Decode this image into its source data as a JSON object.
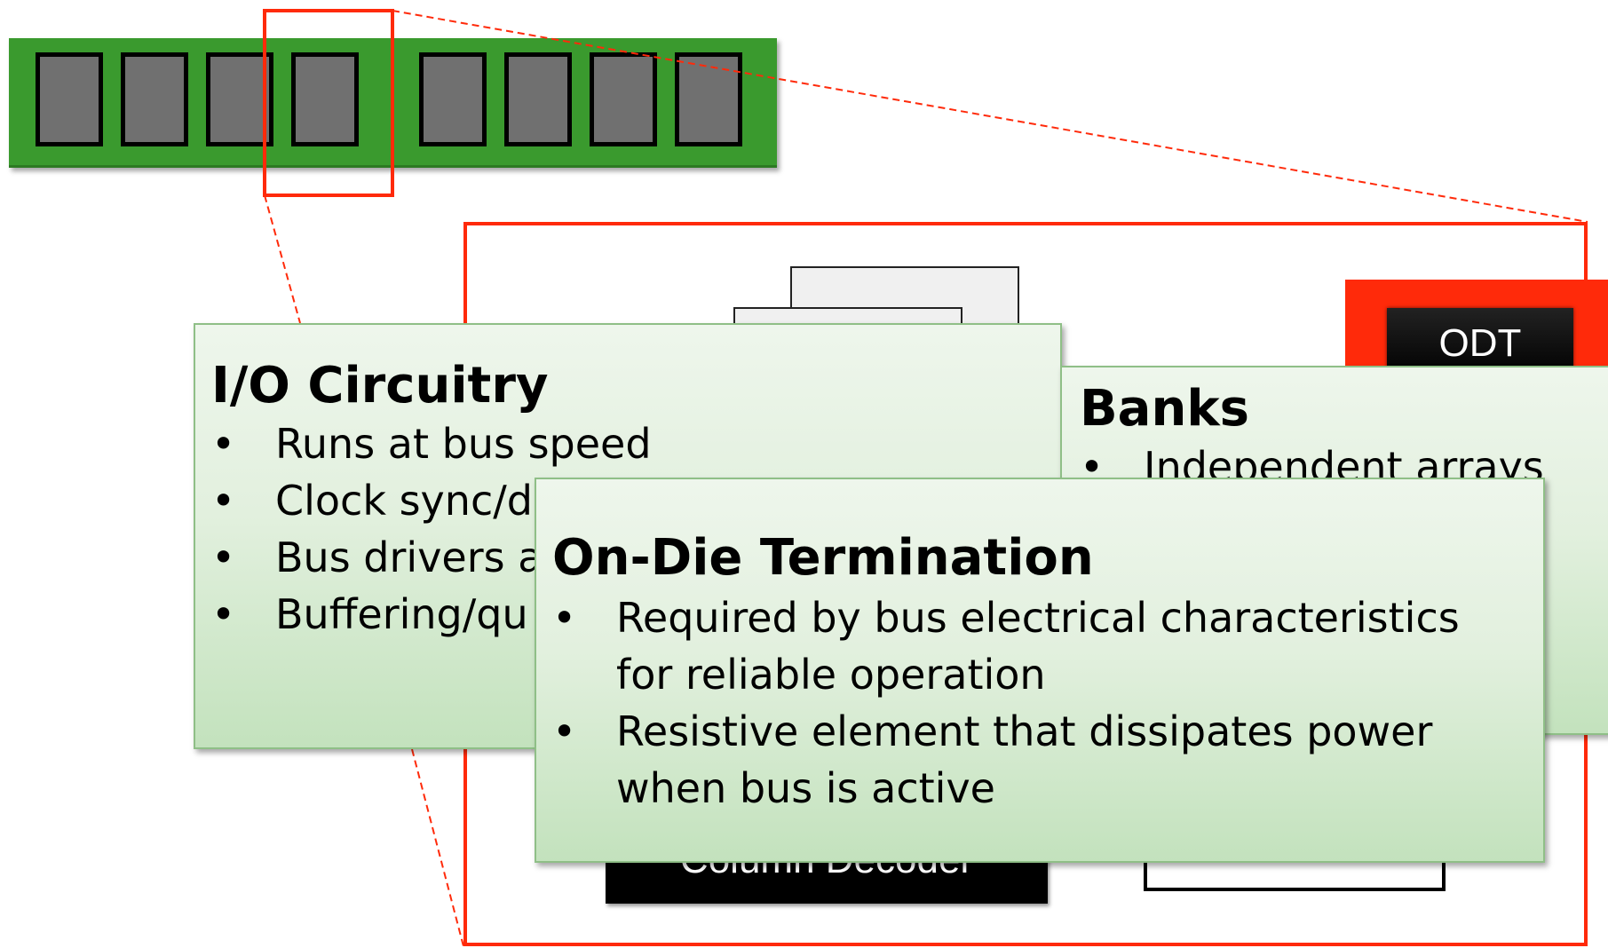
{
  "colors": {
    "dimm_pcb": "#3a9a2e",
    "chip": "#707070",
    "highlight_red": "#ff2a0a",
    "callout_green_top": "#eef6ec",
    "callout_green_bottom": "#c3e2bd",
    "block_black": "#000000"
  },
  "dimm": {
    "chip_count": 8
  },
  "chip_detail": {
    "odt_label": "ODT",
    "column_decoder_label": "Column Decoder"
  },
  "callouts": {
    "io": {
      "title": "I/O Circuitry",
      "bullets": [
        "Runs at bus speed",
        "Clock sync/d",
        "Bus drivers a",
        "Buffering/qu"
      ]
    },
    "banks": {
      "title": "Banks",
      "bullets": [
        "Independent arrays"
      ]
    },
    "odt": {
      "title": "On-Die Termination",
      "bullets": [
        [
          "Required by bus electrical characteristics",
          "for reliable operation"
        ],
        [
          "Resistive element that dissipates power",
          "when bus is active"
        ]
      ]
    }
  }
}
